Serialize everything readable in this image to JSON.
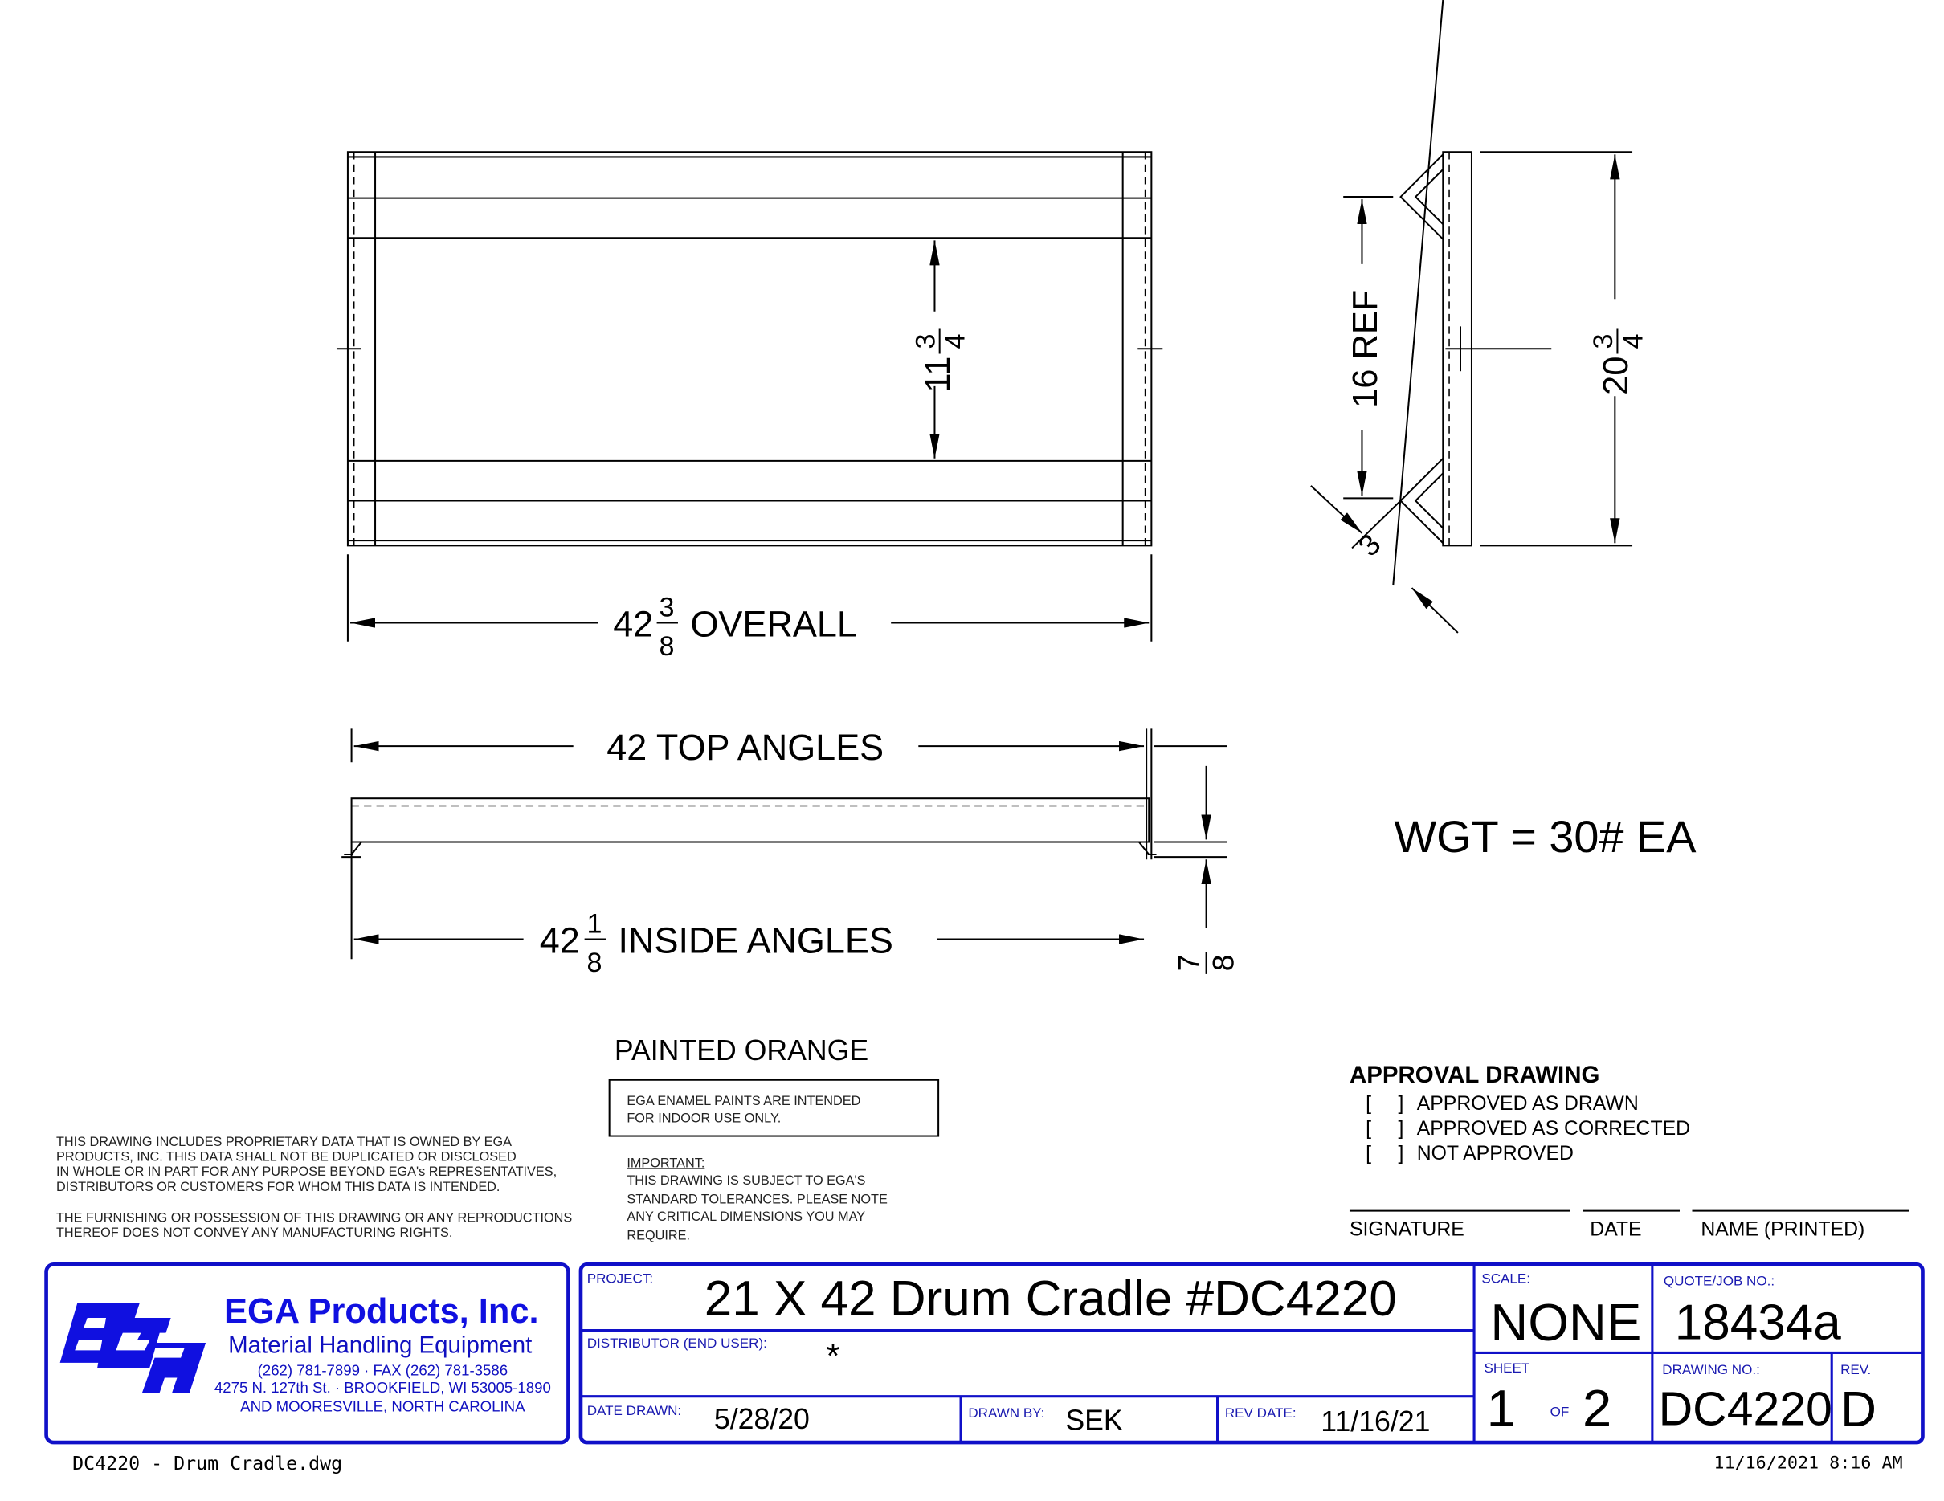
{
  "dimensions": {
    "height_inner": {
      "whole": "11",
      "num": "3",
      "den": "4"
    },
    "overall": {
      "whole": "42",
      "num": "3",
      "den": "8",
      "suffix": "OVERALL"
    },
    "side_height": {
      "whole": "20",
      "num": "3",
      "den": "4"
    },
    "ref": "16 REF",
    "angle_leg": "3",
    "top_angles": "42 TOP ANGLES",
    "inside_angles": {
      "whole": "42",
      "num": "1",
      "den": "8",
      "suffix": "INSIDE ANGLES"
    },
    "thickness": {
      "num": "7",
      "den": "8"
    }
  },
  "weight": "WGT = 30# EA",
  "notes": {
    "proprietary": [
      "THIS DRAWING INCLUDES PROPRIETARY DATA THAT IS OWNED BY EGA",
      "PRODUCTS, INC.  THIS DATA SHALL NOT BE DUPLICATED OR DISCLOSED",
      "IN WHOLE OR IN PART FOR ANY PURPOSE BEYOND EGA's REPRESENTATIVES,",
      "DISTRIBUTORS OR CUSTOMERS FOR WHOM THIS DATA IS INTENDED."
    ],
    "rights": [
      "THE FURNISHING OR POSSESSION OF THIS DRAWING OR ANY REPRODUCTIONS",
      "THEREOF DOES NOT CONVEY ANY MANUFACTURING RIGHTS."
    ],
    "paint_title": "PAINTED ORANGE",
    "paint_box": [
      "EGA ENAMEL PAINTS ARE INTENDED",
      "FOR INDOOR USE ONLY."
    ],
    "important_title": "IMPORTANT:",
    "important": [
      "THIS DRAWING IS SUBJECT TO EGA'S",
      "STANDARD TOLERANCES.  PLEASE NOTE",
      "ANY CRITICAL DIMENSIONS YOU MAY",
      "REQUIRE."
    ]
  },
  "approval": {
    "title": "APPROVAL DRAWING",
    "options": [
      "APPROVED AS DRAWN",
      "APPROVED AS CORRECTED",
      "NOT APPROVED"
    ],
    "bracket_open": "[",
    "bracket_close": "]",
    "signature": "SIGNATURE",
    "date": "DATE",
    "name": "NAME (PRINTED)"
  },
  "company": {
    "logo_text": "EGA",
    "name": "EGA Products, Inc.",
    "tagline": "Material Handling Equipment",
    "phone": "(262) 781-7899  ·   FAX  (262) 781-3586",
    "address": "4275 N. 127th St. · BROOKFIELD,  WI  53005-1890",
    "address2": "AND MOORESVILLE, NORTH CAROLINA"
  },
  "title_block": {
    "project_label": "PROJECT:",
    "project": "21 X 42 Drum Cradle #DC4220",
    "distributor_label": "DISTRIBUTOR (END USER):",
    "distributor": "*",
    "date_drawn_label": "DATE DRAWN:",
    "date_drawn": "5/28/20",
    "drawn_by_label": "DRAWN BY:",
    "drawn_by": "SEK",
    "rev_date_label": "REV DATE:",
    "rev_date": "11/16/21",
    "scale_label": "SCALE:",
    "scale": "NONE",
    "quote_label": "QUOTE/JOB NO.:",
    "quote": "18434a",
    "sheet_label": "SHEET",
    "sheet": "1",
    "of_label": "OF",
    "sheet_total": "2",
    "drawing_no_label": "DRAWING NO.:",
    "drawing_no": "DC4220",
    "rev_label": "REV.",
    "rev": "D"
  },
  "footer": {
    "filename": "DC4220 - Drum Cradle.dwg",
    "timestamp": "11/16/2021  8:16  AM"
  },
  "colors": {
    "title_block": "#1010c8",
    "label": "#1a1ab0",
    "ink": "#000000"
  }
}
